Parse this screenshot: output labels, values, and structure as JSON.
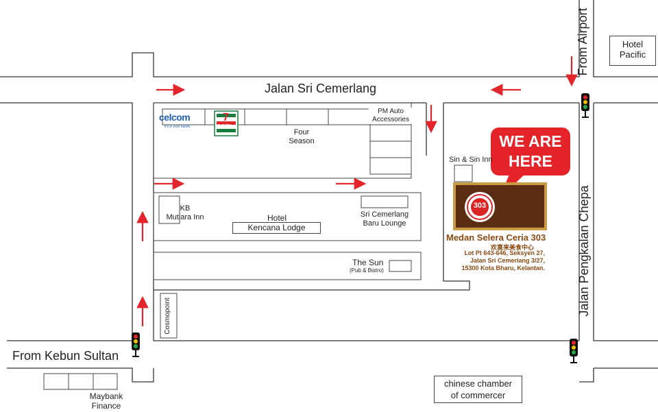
{
  "roads": {
    "main_top": "Jalan Sri Cemerlang",
    "right": "Jalan Pengkalan Chepa",
    "from_airport": "From Airport",
    "from_kebun_sultan": "From Kebun Sultan"
  },
  "places": {
    "hotel_pacific_1": "Hotel",
    "hotel_pacific_2": "Pacific",
    "celcom": "celcom",
    "celcom_tag": "it's in your hands",
    "seven_eleven": "7",
    "seven_eleven_small": "ELEVEN",
    "pm_auto_1": "PM Auto",
    "pm_auto_2": "Accessories",
    "four_season_1": "Four",
    "four_season_2": "Season",
    "sin_sin_inn": "Sin & Sin Inn",
    "kb_mutiara_1": "KB",
    "kb_mutiara_2": "Mutiara Inn",
    "hotel": "Hotel",
    "kencana_lodge": "Kencana Lodge",
    "sri_cemerlang_1": "Sri Cemerlang",
    "sri_cemerlang_2": "Baru Lounge",
    "the_sun": "The Sun",
    "the_sun_sub": "(Pub & Bistro)",
    "cosmopoint": "Cosmopoint",
    "maybank_1": "Maybank",
    "maybank_2": "Finance",
    "chinese_chamber_1": "chinese chamber",
    "chinese_chamber_2": "of commercer"
  },
  "callout": {
    "line1": "WE ARE",
    "line2": "HERE",
    "color": "#e5242a"
  },
  "target": {
    "logo_number": "303",
    "name": "Medan Selera Ceria 303",
    "chinese": "欢喜来美食中心",
    "addr1": "Lot Pt 643-646, Seksyen 27,",
    "addr2": "Jalan Sri Cemerlang 3/27,",
    "addr3": "15300 Kota Bharu, Kelantan.",
    "text_color": "#8a4a12",
    "sign_bg": "#5a2c12",
    "sign_border": "#c99b45"
  },
  "colors": {
    "arrow": "#e3262b",
    "road_line": "#333333"
  },
  "icons": [
    "traffic-light-icon",
    "direction-arrow-icon",
    "celcom-logo-icon",
    "seven-eleven-logo-icon",
    "restaurant-303-logo-icon"
  ]
}
